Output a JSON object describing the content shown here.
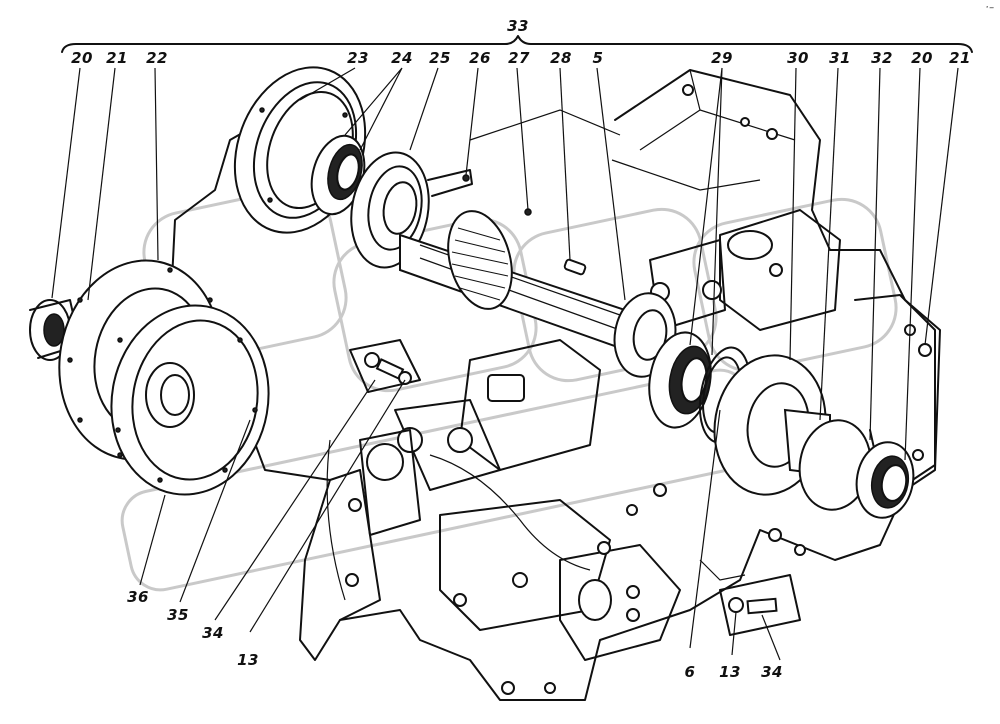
{
  "figure": {
    "group_label": "33",
    "corner_mark": "·–",
    "callouts": [
      {
        "id": "c20a",
        "text": "20"
      },
      {
        "id": "c21a",
        "text": "21"
      },
      {
        "id": "c22",
        "text": "22"
      },
      {
        "id": "c23",
        "text": "23"
      },
      {
        "id": "c24",
        "text": "24"
      },
      {
        "id": "c25",
        "text": "25"
      },
      {
        "id": "c26",
        "text": "26"
      },
      {
        "id": "c27",
        "text": "27"
      },
      {
        "id": "c28",
        "text": "28"
      },
      {
        "id": "c5",
        "text": "5"
      },
      {
        "id": "c29",
        "text": "29"
      },
      {
        "id": "c30",
        "text": "30"
      },
      {
        "id": "c31",
        "text": "31"
      },
      {
        "id": "c32",
        "text": "32"
      },
      {
        "id": "c20b",
        "text": "20"
      },
      {
        "id": "c21b",
        "text": "21"
      },
      {
        "id": "c36",
        "text": "36"
      },
      {
        "id": "c35",
        "text": "35"
      },
      {
        "id": "c34a",
        "text": "34"
      },
      {
        "id": "c13a",
        "text": "13"
      },
      {
        "id": "c6",
        "text": "6"
      },
      {
        "id": "c13b",
        "text": "13"
      },
      {
        "id": "c34b",
        "text": "34"
      }
    ]
  }
}
